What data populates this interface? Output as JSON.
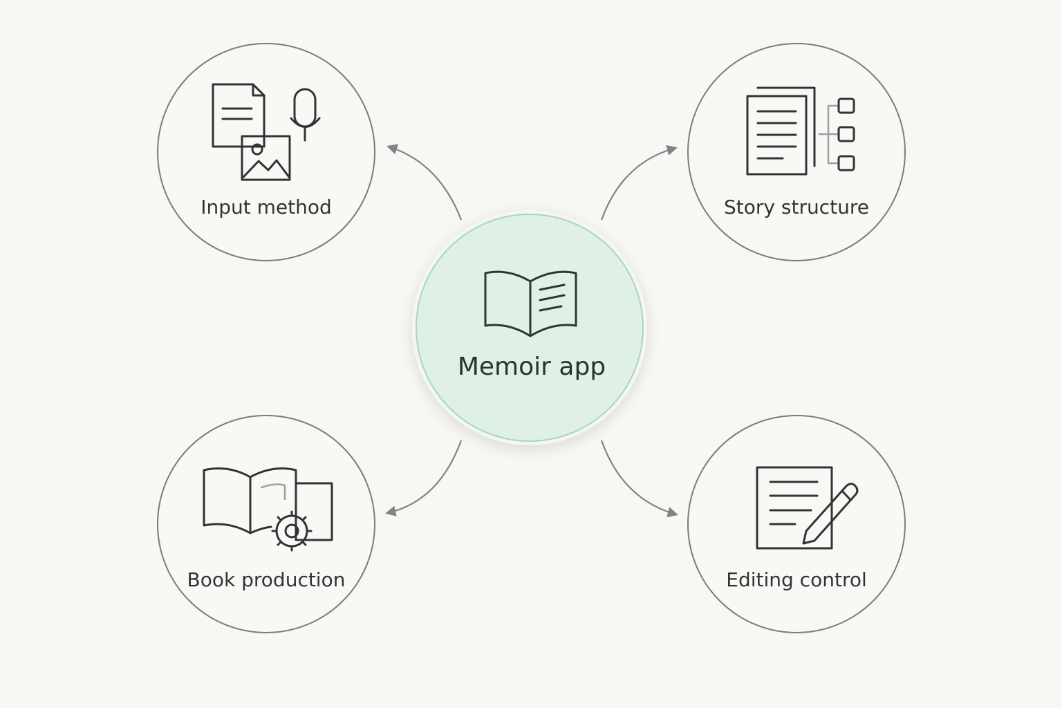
{
  "colors": {
    "background": "#f7f7f3",
    "center_fill": "#dff0e4",
    "center_stroke": "#a9d7b8",
    "ring_stroke": "#777d82",
    "icon_stroke": "#2f3537"
  },
  "center": {
    "label": "Memoir app",
    "icon": "open-book-icon"
  },
  "nodes": [
    {
      "id": "input-method",
      "label": "Input method",
      "icon": "document-image-microphone-icon"
    },
    {
      "id": "story-structure",
      "label": "Story structure",
      "icon": "document-hierarchy-icon"
    },
    {
      "id": "book-production",
      "label": "Book production",
      "icon": "book-gear-icon"
    },
    {
      "id": "editing-control",
      "label": "Editing control",
      "icon": "document-pencil-icon"
    }
  ]
}
